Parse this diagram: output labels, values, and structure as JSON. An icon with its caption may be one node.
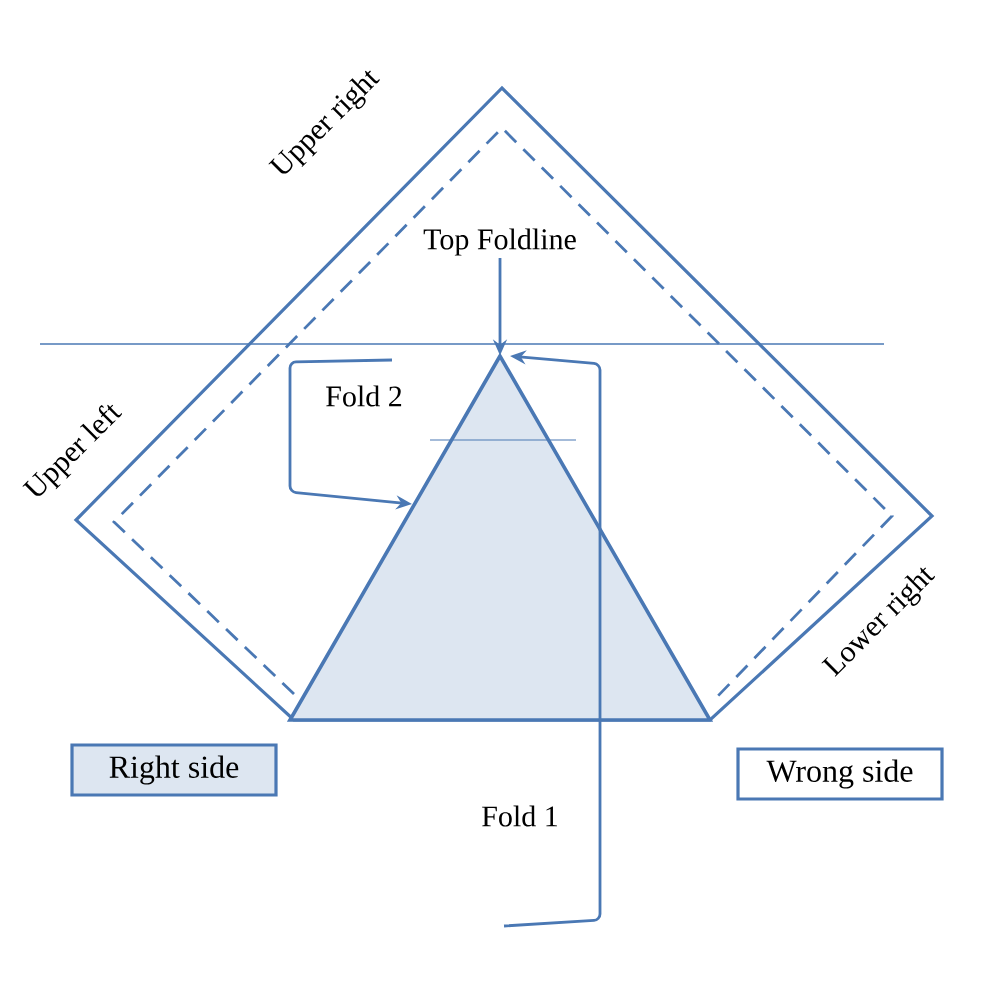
{
  "diagram": {
    "nodes": [
      {
        "text": [],
        "shape": "triangle"
      },
      {
        "text": [
          "Top Foldline"
        ]
      }
    ],
    "edges": [
      {
        "from": 1,
        "to": 0,
        "arrow": "to"
      },
      {
        "from": null,
        "to": 0,
        "arrow": "to",
        "label": "Fold 2"
      },
      {
        "from": null,
        "to": 0,
        "arrow": "to",
        "label": "Fold 1"
      }
    ],
    "labels": [
      "Upper right",
      "Upper left",
      "Lower right"
    ],
    "legend": [
      {
        "text": "Right side",
        "color": "#dde6f1"
      },
      {
        "text": "Wrong side"
      }
    ]
  }
}
